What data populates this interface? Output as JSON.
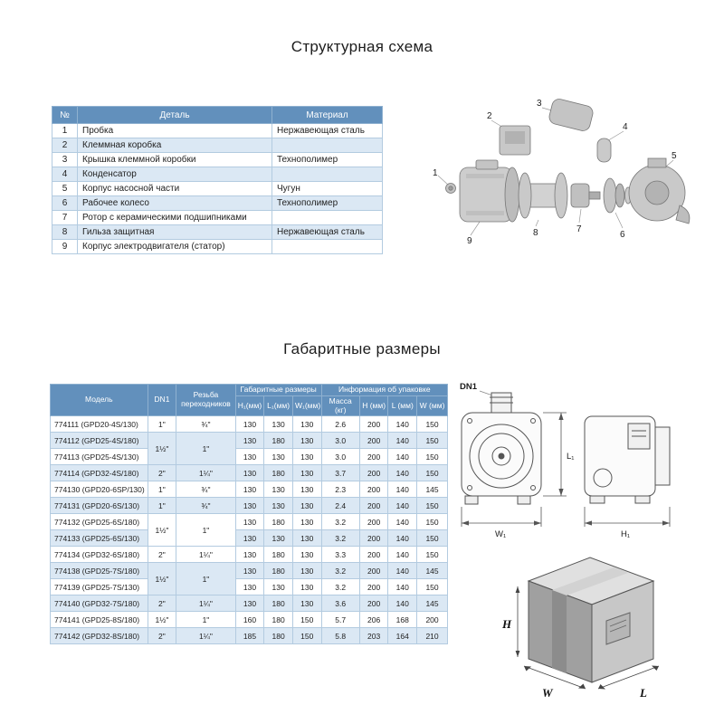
{
  "sections": {
    "structural_title": "Структурная схема",
    "dimensions_title": "Габаритные размеры"
  },
  "parts_table": {
    "headers": {
      "num": "№",
      "detail": "Деталь",
      "material": "Материал"
    },
    "rows": [
      {
        "num": "1",
        "detail": "Пробка",
        "material": "Нержавеющая сталь"
      },
      {
        "num": "2",
        "detail": "Клеммная коробка",
        "material": ""
      },
      {
        "num": "3",
        "detail": "Крышка клеммной коробки",
        "material": "Технополимер"
      },
      {
        "num": "4",
        "detail": "Конденсатор",
        "material": ""
      },
      {
        "num": "5",
        "detail": "Корпус насосной части",
        "material": "Чугун"
      },
      {
        "num": "6",
        "detail": "Рабочее колесо",
        "material": "Технополимер"
      },
      {
        "num": "7",
        "detail": "Ротор с керамическими подшипниками",
        "material": ""
      },
      {
        "num": "8",
        "detail": "Гильза защитная",
        "material": "Нержавеющая сталь"
      },
      {
        "num": "9",
        "detail": "Корпус электродвигателя (статор)",
        "material": ""
      }
    ]
  },
  "dims_table": {
    "headers": {
      "model": "Модель",
      "dn1": "DN1",
      "thread": "Резьба переходников",
      "overall_group": "Габаритные размеры",
      "pack_group": "Информация об упаковке",
      "h1": "H₁(мм)",
      "l1": "L₁(мм)",
      "w1": "W₁(мм)",
      "mass": "Масса (кг)",
      "h": "H (мм)",
      "l": "L (мм)",
      "w": "W (мм)"
    },
    "rows": [
      {
        "model": "774111 (GPD20-4S/130)",
        "dn1": "1\"",
        "dn1_span": 1,
        "thread": "¾\"",
        "thread_span": 1,
        "h1": "130",
        "l1": "130",
        "w1": "130",
        "mass": "2.6",
        "h": "200",
        "l": "140",
        "w": "150"
      },
      {
        "model": "774112 (GPD25-4S/180)",
        "dn1": "1½\"",
        "dn1_span": 2,
        "thread": "1\"",
        "thread_span": 2,
        "h1": "130",
        "l1": "180",
        "w1": "130",
        "mass": "3.0",
        "h": "200",
        "l": "140",
        "w": "150"
      },
      {
        "model": "774113 (GPD25-4S/130)",
        "dn1": null,
        "thread": null,
        "h1": "130",
        "l1": "130",
        "w1": "130",
        "mass": "3.0",
        "h": "200",
        "l": "140",
        "w": "150"
      },
      {
        "model": "774114 (GPD32-4S/180)",
        "dn1": "2\"",
        "dn1_span": 1,
        "thread": "1¼\"",
        "thread_span": 1,
        "h1": "130",
        "l1": "180",
        "w1": "130",
        "mass": "3.7",
        "h": "200",
        "l": "140",
        "w": "150"
      },
      {
        "model": "774130 (GPD20-6SP/130)",
        "dn1": "1\"",
        "dn1_span": 1,
        "thread": "¾\"",
        "thread_span": 1,
        "h1": "130",
        "l1": "130",
        "w1": "130",
        "mass": "2.3",
        "h": "200",
        "l": "140",
        "w": "145"
      },
      {
        "model": "774131 (GPD20-6S/130)",
        "dn1": "1\"",
        "dn1_span": 1,
        "thread": "¾\"",
        "thread_span": 1,
        "h1": "130",
        "l1": "130",
        "w1": "130",
        "mass": "2.4",
        "h": "200",
        "l": "140",
        "w": "150"
      },
      {
        "model": "774132 (GPD25-6S/180)",
        "dn1": "1½\"",
        "dn1_span": 2,
        "thread": "1\"",
        "thread_span": 2,
        "h1": "130",
        "l1": "180",
        "w1": "130",
        "mass": "3.2",
        "h": "200",
        "l": "140",
        "w": "150"
      },
      {
        "model": "774133 (GPD25-6S/130)",
        "dn1": null,
        "thread": null,
        "h1": "130",
        "l1": "130",
        "w1": "130",
        "mass": "3.2",
        "h": "200",
        "l": "140",
        "w": "150"
      },
      {
        "model": "774134 (GPD32-6S/180)",
        "dn1": "2\"",
        "dn1_span": 1,
        "thread": "1¼\"",
        "thread_span": 1,
        "h1": "130",
        "l1": "180",
        "w1": "130",
        "mass": "3.3",
        "h": "200",
        "l": "140",
        "w": "150"
      },
      {
        "model": "774138 (GPD25-7S/180)",
        "dn1": "1½\"",
        "dn1_span": 2,
        "thread": "1\"",
        "thread_span": 2,
        "h1": "130",
        "l1": "180",
        "w1": "130",
        "mass": "3.2",
        "h": "200",
        "l": "140",
        "w": "145"
      },
      {
        "model": "774139 (GPD25-7S/130)",
        "dn1": null,
        "thread": null,
        "h1": "130",
        "l1": "130",
        "w1": "130",
        "mass": "3.2",
        "h": "200",
        "l": "140",
        "w": "150"
      },
      {
        "model": "774140 (GPD32-7S/180)",
        "dn1": "2\"",
        "dn1_span": 1,
        "thread": "1¼\"",
        "thread_span": 1,
        "h1": "130",
        "l1": "180",
        "w1": "130",
        "mass": "3.6",
        "h": "200",
        "l": "140",
        "w": "145"
      },
      {
        "model": "774141 (GPD25-8S/180)",
        "dn1": "1½\"",
        "dn1_span": 1,
        "thread": "1\"",
        "thread_span": 1,
        "h1": "160",
        "l1": "180",
        "w1": "150",
        "mass": "5.7",
        "h": "206",
        "l": "168",
        "w": "200"
      },
      {
        "model": "774142 (GPD32-8S/180)",
        "dn1": "2\"",
        "dn1_span": 1,
        "thread": "1¼\"",
        "thread_span": 1,
        "h1": "185",
        "l1": "180",
        "w1": "150",
        "mass": "5.8",
        "h": "203",
        "l": "164",
        "w": "210"
      }
    ]
  },
  "exploded_labels": [
    "1",
    "2",
    "3",
    "4",
    "5",
    "6",
    "7",
    "8",
    "9"
  ],
  "dim_drawing": {
    "dn1": "DN1",
    "l1": "L₁",
    "w1": "W₁",
    "h1": "H₁"
  },
  "box_drawing": {
    "h": "H",
    "w": "W",
    "l": "L"
  },
  "colors": {
    "header_bg": "#6290bc",
    "row_alt": "#dbe8f4",
    "table_border": "#b3cbe0"
  }
}
